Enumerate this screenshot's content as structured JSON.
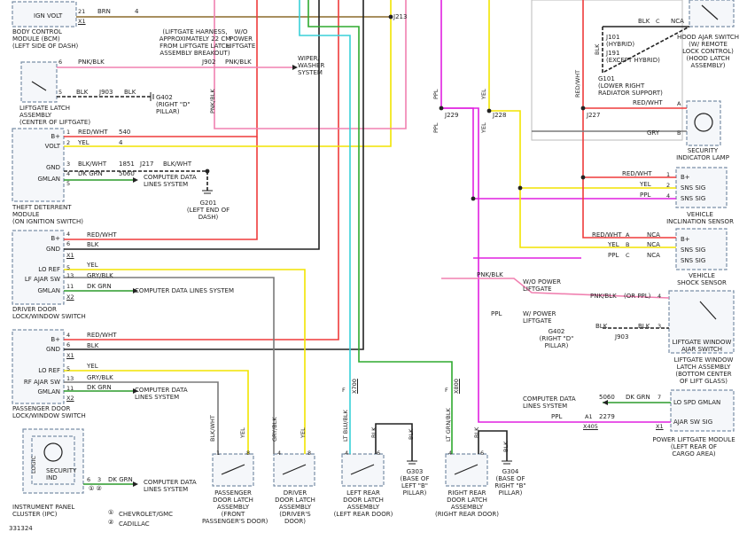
{
  "diagram_id": "331324",
  "wire_colors": {
    "red": "#ef3b3b",
    "pink": "#f080b0",
    "yellow": "#f2e400",
    "green": "#2b9b2b",
    "black": "#222222",
    "cyan": "#38d0d8",
    "magenta": "#e020e0",
    "gray": "#7a7a7a",
    "ltgreen": "#2faa2f",
    "brown": "#8b6a2a"
  },
  "top": {
    "ign_volt": "IGN VOLT",
    "pin21": "21",
    "x1": "X1",
    "brn": "BRN",
    "n4": "4",
    "j213": "J213",
    "bcm_lines": [
      "BODY CONTROL",
      "MODULE (BCM)",
      "(LEFT SIDE OF DASH)"
    ],
    "harness_lines": [
      "(LIFTGATE HARNESS,",
      "APPROXIMATELY 22 CM",
      "FROM LIFTGATE LATCH",
      "ASSEMBLY BREAKOUT)"
    ],
    "wo_power_lines": [
      "W/O",
      "POWER",
      "LIFTGATE"
    ],
    "hood_lines": [
      "HOOD AJAR SWITCH",
      "(W/ REMOTE",
      "LOCK CONTROL)",
      "(HOOD LATCH",
      "ASSEMBLY)"
    ],
    "blk": "BLK",
    "c": "C",
    "nca": "NCA",
    "j101": "J101",
    "hybrid": "(HYBRID)",
    "j191": "J191",
    "except_hybrid": "(EXCEPT HYBRID)",
    "g101_lines": [
      "G101",
      "(LOWER RIGHT",
      "RADIATOR SUPPORT)"
    ]
  },
  "liftgate_latch": {
    "pin6": "6",
    "pin5": "5",
    "pnk_blk": "PNK/BLK",
    "j902": "J902",
    "pnk_blk2": "PNK/BLK",
    "wiper_lines": [
      "WIPER/",
      "WASHER",
      "SYSTEM"
    ],
    "blk": "BLK",
    "j903": "J903",
    "blk2": "BLK",
    "g402_lines": [
      "G402",
      "(RIGHT \"D\"",
      "PILLAR)"
    ],
    "name_lines": [
      "LIFTGATE LATCH",
      "ASSEMBLY",
      "(CENTER OF LIFTGATE)"
    ]
  },
  "theft": {
    "bplus": "B+",
    "volt": "VOLT",
    "gnd": "GND",
    "gmlan": "GMLAN",
    "p1": "1",
    "p2": "2",
    "p3": "3",
    "p4": "4",
    "p5": "5",
    "red_wht": "RED/WHT",
    "n540": "540",
    "yel": "YEL",
    "n4": "4",
    "blk_wht": "BLK/WHT",
    "n1851": "1851",
    "j217": "J217",
    "blk_wht2": "BLK/WHT",
    "dk_grn": "DK GRN",
    "n5060": "5060",
    "cdl_lines": [
      "COMPUTER DATA",
      "LINES SYSTEM"
    ],
    "g201_lines": [
      "G201",
      "(LEFT END OF",
      "DASH)"
    ],
    "name_lines": [
      "THEFT DETERRENT",
      "MODULE",
      "(ON IGNITION SWITCH)"
    ]
  },
  "driver_door": {
    "bplus": "B+",
    "gnd": "GND",
    "x1": "X1",
    "lo_ref": "LO REF",
    "lf_ajar": "LF AJAR SW",
    "gmlan": "GMLAN",
    "x2": "X2",
    "p4": "4",
    "p6": "6",
    "p5": "5",
    "p13": "13",
    "p11": "11",
    "red_wht": "RED/WHT",
    "blk": "BLK",
    "yel": "YEL",
    "gry_blk": "GRY/BLK",
    "dk_grn": "DK GRN",
    "cdl": "COMPUTER DATA LINES SYSTEM",
    "name_lines": [
      "DRIVER DOOR",
      "LOCK/WINDOW SWITCH"
    ]
  },
  "pass_door": {
    "bplus": "B+",
    "gnd": "GND",
    "x1": "X1",
    "lo_ref": "LO REF",
    "rf_ajar": "RF AJAR SW",
    "gmlan": "GMLAN",
    "x2": "X2",
    "p4": "4",
    "p6": "6",
    "p5": "5",
    "p13": "13",
    "p11": "11",
    "red_wht": "RED/WHT",
    "blk": "BLK",
    "yel": "YEL",
    "gry_blk": "GRY/BLK",
    "dk_grn": "DK GRN",
    "cdl_lines": [
      "COMPUTER DATA",
      "LINES SYSTEM"
    ],
    "name_lines": [
      "PASSENGER DOOR",
      "LOCK/WINDOW SWITCH"
    ]
  },
  "ipc": {
    "logic": "LOGIC",
    "sec_lines": [
      "SECURITY",
      "IND"
    ],
    "p6": "6",
    "p3": "3",
    "dk_grn": "DK GRN",
    "cdl_lines": [
      "COMPUTER DATA",
      "LINES SYSTEM"
    ],
    "name_lines": [
      "INSTRUMENT PANEL",
      "CLUSTER (IPC)"
    ],
    "legend1": "CHEVROLET/GMC",
    "legend2": "CADILLAC"
  },
  "latches": {
    "pass": {
      "blk_wht": "BLK/WHT",
      "yel": "YEL",
      "p1": "1",
      "p8": "8",
      "name_lines": [
        "PASSENGER",
        "DOOR LATCH",
        "ASSEMBLY",
        "(FRONT",
        "PASSENGER'S DOOR)"
      ]
    },
    "driver": {
      "gry_blk": "GRY/BLK",
      "yel": "YEL",
      "p4": "4",
      "p8": "8",
      "name_lines": [
        "DRIVER",
        "DOOR LATCH",
        "ASSEMBLY",
        "(DRIVER'S",
        "DOOR)"
      ]
    },
    "lr": {
      "x700": "X700",
      "f": "F",
      "lt_blu_blk": "LT BLU/BLK",
      "blk": "BLK",
      "p4": "4",
      "p6": "6",
      "g303_lines": [
        "G303",
        "(BASE OF",
        "LEFT \"B\"",
        "PILLAR)"
      ],
      "name_lines": [
        "LEFT REAR",
        "DOOR LATCH",
        "ASSEMBLY",
        "(LEFT REAR DOOR)"
      ]
    },
    "rr": {
      "x800": "X800",
      "f": "F",
      "lt_grn_blk": "LT GRN/BLK",
      "blk": "BLK",
      "p4": "4",
      "p6": "6",
      "g304_lines": [
        "G304",
        "(BASE OF",
        "RIGHT \"B\"",
        "PILLAR)"
      ],
      "name_lines": [
        "RIGHT REAR",
        "DOOR LATCH",
        "ASSEMBLY",
        "(RIGHT REAR DOOR)"
      ]
    }
  },
  "right": {
    "ppl": "PPL",
    "yel": "YEL",
    "red_wht": "RED/WHT",
    "j229": "J229",
    "j228": "J228",
    "j227": "J227",
    "lamp": {
      "red_wht": "RED/WHT",
      "a": "A",
      "gry": "GRY",
      "b": "B",
      "name_lines": [
        "SECURITY",
        "INDICATOR LAMP"
      ]
    },
    "incl": {
      "red_wht": "RED/WHT",
      "yel": "YEL",
      "ppl": "PPL",
      "p1": "1",
      "p2": "2",
      "p4": "4",
      "bplus": "B+",
      "sns1": "SNS SIG",
      "sns2": "SNS SIG",
      "name_lines": [
        "VEHICLE",
        "INCLINATION SENSOR"
      ]
    },
    "shock": {
      "red_wht": "RED/WHT",
      "yel": "YEL",
      "ppl": "PPL",
      "a": "A",
      "b": "B",
      "c": "C",
      "nca": "NCA",
      "bplus": "B+",
      "sns1": "SNS SIG",
      "sns2": "SNS SIG",
      "name_lines": [
        "VEHICLE",
        "SHOCK SENSOR"
      ]
    },
    "pnk_blk": "PNK/BLK",
    "wo_lines": [
      "W/O POWER",
      "LIFTGATE"
    ],
    "w_lines": [
      "W/ POWER",
      "LIFTGATE"
    ],
    "ppl2": "PPL",
    "pnk_blk2": "PNK/BLK",
    "or_ppl": "(OR PPL)",
    "p4": "4",
    "g402_lines": [
      "G402",
      "(RIGHT \"D\"",
      "PILLAR)"
    ],
    "blk": "BLK",
    "j903": "J903",
    "blk2": "BLK",
    "p3": "3",
    "lw_lines": [
      "LIFTGATE WINDOW",
      "LATCH ASSEMBLY",
      "(BOTTOM CENTER",
      "OF LIFT GLASS)"
    ],
    "lw_inner_lines": [
      "LIFTGATE WINDOW",
      "AJAR SWITCH"
    ],
    "plm": {
      "cdl_lines": [
        "COMPUTER DATA",
        "LINES SYSTEM"
      ],
      "n5060": "5060",
      "dk_grn": "DK GRN",
      "p7": "7",
      "lo_spd": "LO SPD GMLAN",
      "ajar": "AJAR SW SIG",
      "ppl": "PPL",
      "a1": "A1",
      "n2279": "2279",
      "x405": "X405",
      "x1": "X1",
      "name_lines": [
        "POWER LIFTGATE MODULE",
        "(LEFT REAR OF",
        "CARGO AREA)"
      ]
    }
  }
}
